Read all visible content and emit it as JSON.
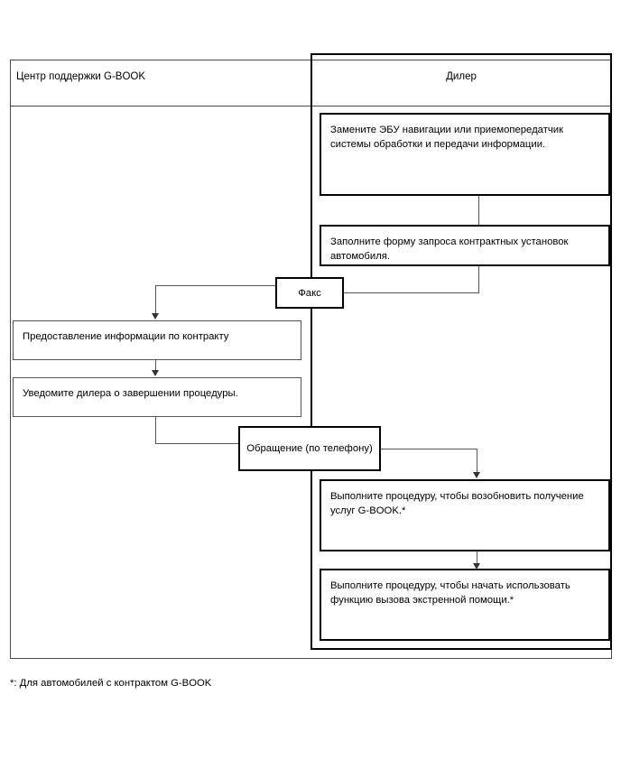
{
  "diagram": {
    "title": "G-BOOK replacement procedure swimlane flowchart",
    "lanes": [
      {
        "id": "support-center",
        "label": "Центр поддержки G-BOOK",
        "align": "left"
      },
      {
        "id": "dealer",
        "label": "Дилер",
        "align": "center"
      }
    ],
    "boxes": [
      {
        "id": "replace-ecu",
        "lane": "dealer",
        "text": "Замените ЭБУ навигации или приемопередатчик системы обработки и передачи информации."
      },
      {
        "id": "fill-request-form",
        "lane": "dealer",
        "text": "Заполните форму запроса контрактных установок автомобиля."
      },
      {
        "id": "fax",
        "lane": "both",
        "text": "Факс"
      },
      {
        "id": "provide-contract-info",
        "lane": "support-center",
        "text": "Предоставление информации по контракту"
      },
      {
        "id": "notify-dealer",
        "lane": "support-center",
        "text": "Уведомите дилера о завершении процедуры."
      },
      {
        "id": "inquiry-by-phone",
        "lane": "both",
        "text": "Обращение (по телефону)"
      },
      {
        "id": "resume-gbook-services",
        "lane": "dealer",
        "text": "Выполните процедуру, чтобы возобновить получение услуг G-BOOK.*"
      },
      {
        "id": "enable-emergency-call",
        "lane": "dealer",
        "text": "Выполните процедуру, чтобы начать использовать функцию вызова экстренной помощи.*"
      }
    ],
    "footnote": "*: Для автомобилей с контрактом G-BOOK",
    "colors": {
      "line": "#555555",
      "bold_line": "#000000",
      "text": "#000000",
      "background": "#ffffff"
    }
  }
}
